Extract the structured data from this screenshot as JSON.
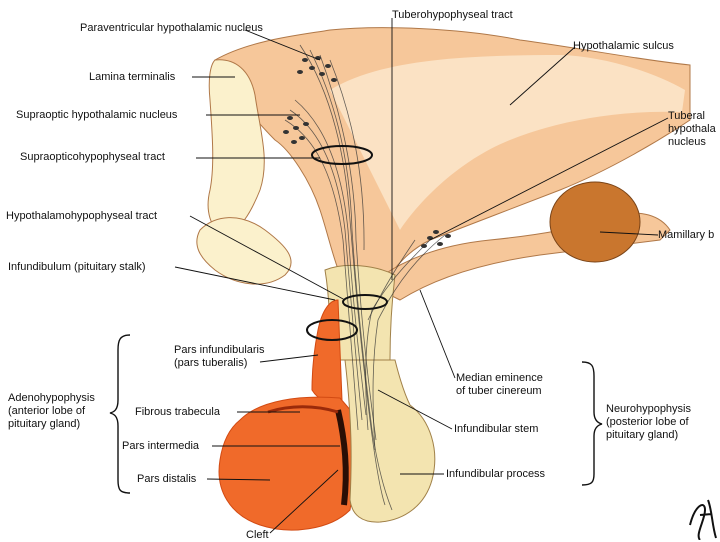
{
  "labels": {
    "paraventricular": "Paraventricular hypothalamic nucleus",
    "tuberohypophyseal": "Tuberohypophyseal tract",
    "hypothalamic_sulcus": "Hypothalamic sulcus",
    "lamina_terminalis": "Lamina terminalis",
    "supraoptic_nucleus": "Supraoptic hypothalamic nucleus",
    "tuberal_nucleus": "Tuberal\nhypothala\nnucleus",
    "supraopticohypophyseal": "Supraopticohypophyseal tract",
    "hypothalamohypophyseal": "Hypothalamohypophyseal tract",
    "mamillary": "Mamillary b",
    "infundibulum": "Infundibulum (pituitary stalk)",
    "pars_infundibularis": "Pars infundibularis\n(pars tuberalis)",
    "median_eminence": "Median eminence\nof tuber cinereum",
    "adenohypophysis": "Adenohypophysis\n(anterior lobe of\npituitary gland)",
    "fibrous_trabecula": "Fibrous trabecula",
    "neurohypophysis": "Neurohypophysis\n(posterior lobe of\npituitary gland)",
    "infundibular_stem": "Infundibular stem",
    "pars_intermedia": "Pars intermedia",
    "pars_distalis": "Pars distalis",
    "infundibular_process": "Infundibular process",
    "cleft": "Cleft"
  },
  "colors": {
    "hypothalamus": "#f6c79a",
    "hypothalamus_light": "#fbe2c4",
    "cream": "#fbf1cc",
    "adeno": "#f06a2a",
    "adeno_dark": "#d24a12",
    "neuro": "#f3e4b0",
    "mamillary": "#c9762e",
    "fibers": "#333333",
    "leader": "#111111"
  }
}
